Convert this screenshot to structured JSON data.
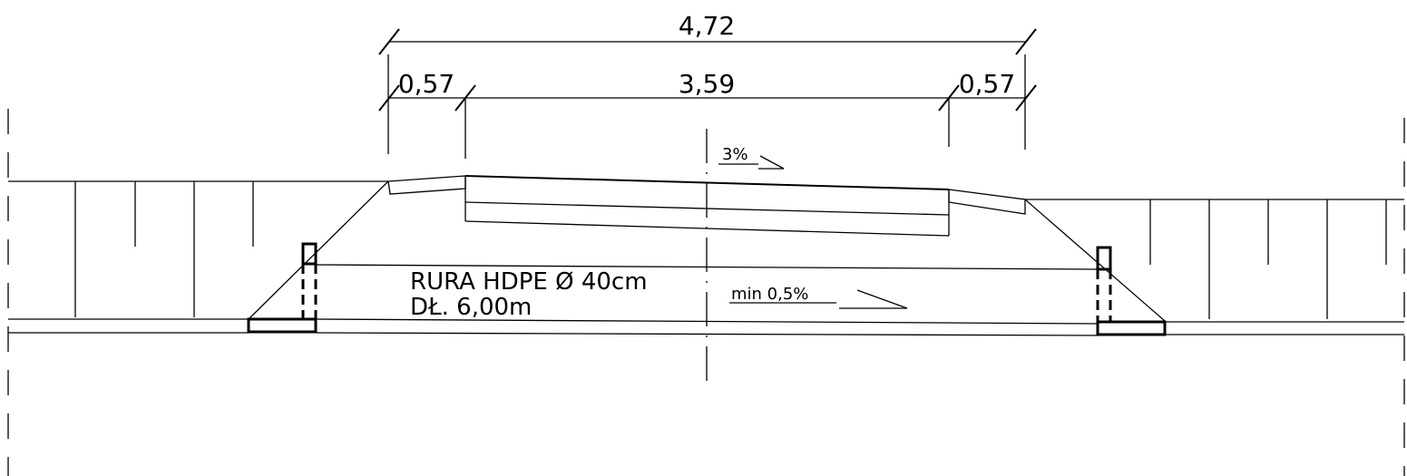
{
  "dimensions": {
    "overall": "4,72",
    "left_shoulder": "0,57",
    "middle": "3,59",
    "right_shoulder": "0,57"
  },
  "annotations": {
    "top_slope": "3%",
    "pipe_line1": "RURA  HDPE Ø 40cm",
    "pipe_line2": "DŁ.  6,00m",
    "pipe_slope": "min  0,5%"
  }
}
